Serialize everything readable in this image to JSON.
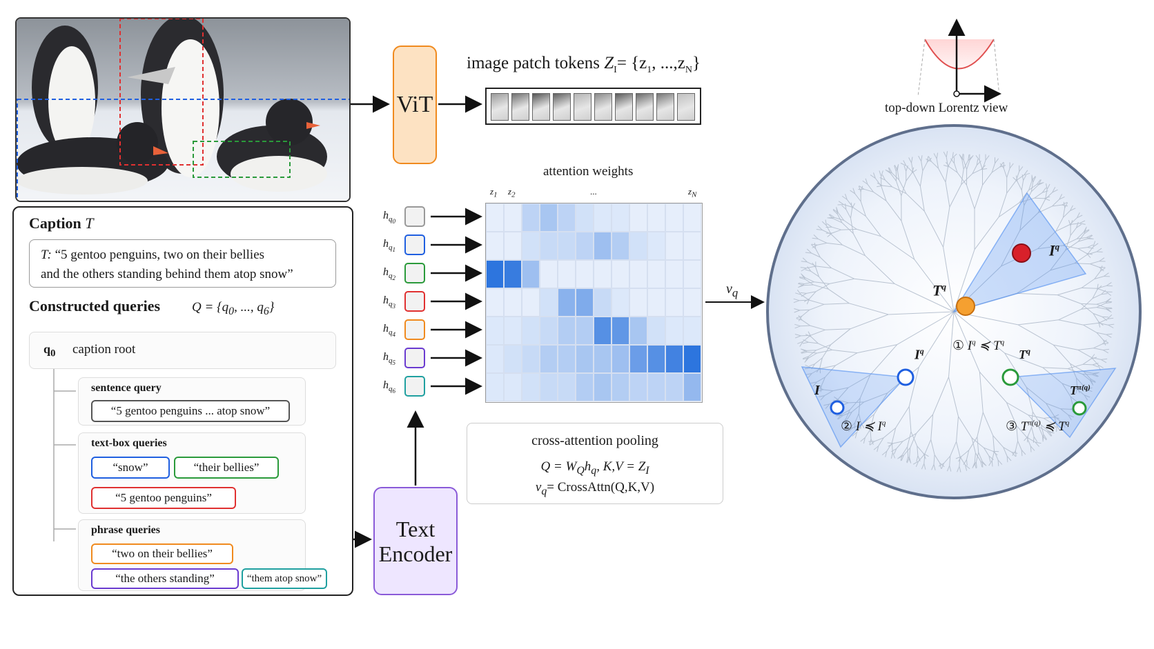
{
  "image_patch_label_prefix": "image patch tokens ",
  "image_patch_formula": "Z",
  "image_patch_formula_sub": "I",
  "image_patch_set": "= {z",
  "image_patch_set_1": "1",
  "image_patch_set_mid": ", ...,z",
  "image_patch_set_n": "N",
  "image_patch_set_end": "}",
  "vit_label": "ViT",
  "text_encoder_line1": "Text",
  "text_encoder_line2": "Encoder",
  "caption": {
    "title": "Caption ",
    "title_var": "T",
    "text_prefix": "T:",
    "text_line1": " “5 gentoo penguins, two on their bellies",
    "text_line2": "and the others standing behind them atop snow”"
  },
  "queries": {
    "title": "Constructed queries",
    "formula": "Q = {q",
    "formula_0": "0",
    "formula_mid": ", ..., q",
    "formula_6": "6",
    "formula_end": "}",
    "root_label": "q",
    "root_sub": "0",
    "root_text": "caption root",
    "sentence_title": "sentence query",
    "sentence_text": "“5 gentoo penguins ... atop snow”",
    "textbox_title": "text-box queries",
    "textbox_items": [
      "“snow”",
      "“their bellies”",
      "“5 gentoo penguins”"
    ],
    "phrase_title": "phrase queries",
    "phrase_items": [
      "“two on their bellies”",
      "“the others standing”",
      "“them atop snow”"
    ]
  },
  "attention": {
    "title": "attention weights",
    "col_z1": "z",
    "col_z1_sub": "1",
    "col_z2": "z",
    "col_z2_sub": "2",
    "col_dots": "...",
    "col_zn": "z",
    "col_zn_sub": "N",
    "rows": [
      "0",
      "1",
      "2",
      "3",
      "4",
      "5",
      "6"
    ],
    "weights": [
      [
        0.05,
        0.05,
        0.25,
        0.35,
        0.25,
        0.15,
        0.1,
        0.1,
        0.05,
        0.05,
        0.05,
        0.05
      ],
      [
        0.05,
        0.05,
        0.15,
        0.2,
        0.2,
        0.25,
        0.4,
        0.3,
        0.15,
        0.1,
        0.05,
        0.05
      ],
      [
        0.95,
        0.9,
        0.4,
        0.05,
        0.05,
        0.05,
        0.05,
        0.05,
        0.05,
        0.05,
        0.05,
        0.05
      ],
      [
        0.05,
        0.05,
        0.05,
        0.15,
        0.5,
        0.55,
        0.2,
        0.1,
        0.05,
        0.05,
        0.05,
        0.05
      ],
      [
        0.1,
        0.1,
        0.15,
        0.2,
        0.3,
        0.3,
        0.75,
        0.7,
        0.35,
        0.15,
        0.1,
        0.1
      ],
      [
        0.1,
        0.15,
        0.2,
        0.3,
        0.3,
        0.35,
        0.35,
        0.4,
        0.65,
        0.75,
        0.85,
        0.95
      ],
      [
        0.1,
        0.1,
        0.15,
        0.2,
        0.2,
        0.3,
        0.35,
        0.3,
        0.25,
        0.25,
        0.25,
        0.45
      ]
    ]
  },
  "pooling": {
    "title": "cross-attention pooling",
    "line1": "Q = W",
    "line1_q": "Q",
    "line1_rest": "h",
    "line1_rest_q": "q",
    "line1_end": ", K,V = Z",
    "line1_end_i": "I",
    "line2_v": "v",
    "line2_q": "q",
    "line2_rest": "= CrossAttn(Q,K,V)"
  },
  "vq_label": "v",
  "vq_sub": "q",
  "lorentz_label": "top-down Lorentz view",
  "disk": {
    "Tq": "T",
    "Tq_sup": "q",
    "Iq": "I",
    "Iq_sup": "q",
    "I": "I",
    "Tpi": "T",
    "Tpi_sup": "π(q)",
    "c1": "①",
    "c1_text": "I",
    "c1_sup": "q",
    "c1_rel": " ≼ T",
    "c1_sup2": "q",
    "c2": "②",
    "c2_text": " I ≼ I",
    "c2_sup": "q",
    "c3": "③",
    "c3_text": " T",
    "c3_sup": "π(q)",
    "c3_rel": " ≼ T",
    "c3_sup2": "q",
    "Tq_small": "T",
    "Tq_small_sup": "q"
  },
  "colors": {
    "blue": "#1f5fe0",
    "green": "#2a9a3a",
    "red": "#e03030",
    "orange": "#f08a1e",
    "purple": "#6a3ad0",
    "teal": "#1fa0a0",
    "vit_fill": "#fde2c2",
    "vit_border": "#f08a1e",
    "encoder_fill": "#eee6ff",
    "encoder_border": "#8a5ad8"
  }
}
